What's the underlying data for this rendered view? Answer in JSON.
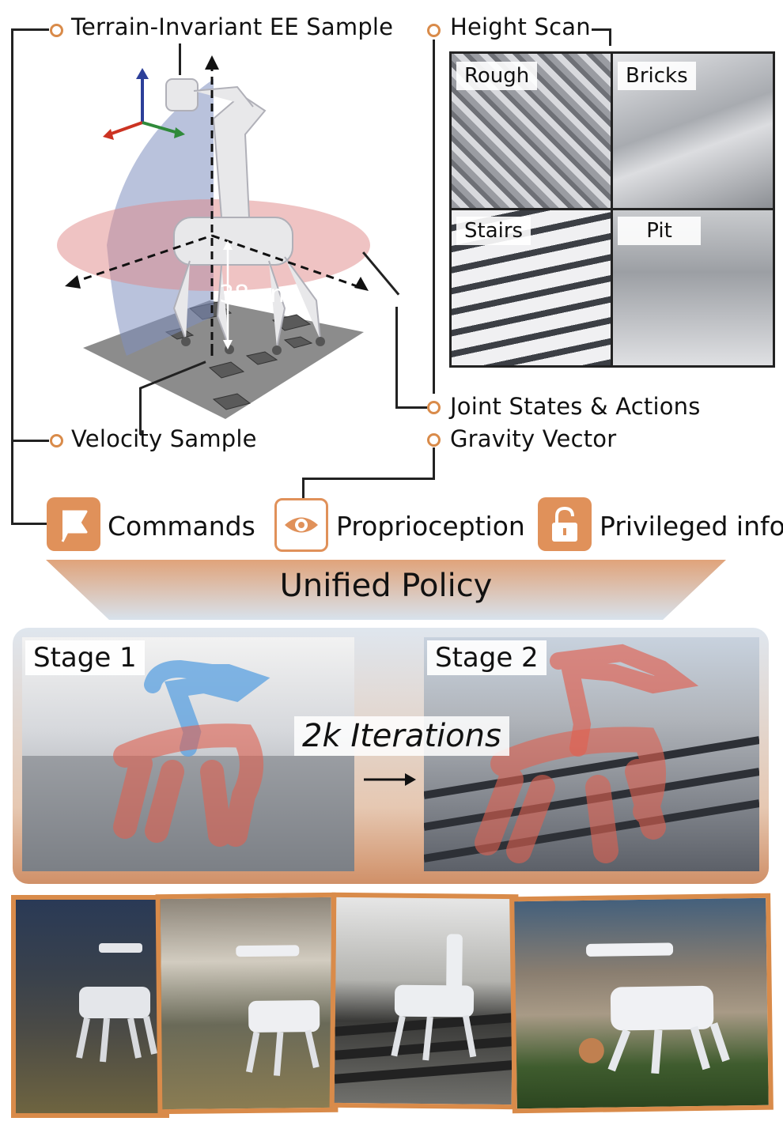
{
  "annotations": {
    "ee_sample": "Terrain-Invariant EE Sample",
    "height_scan": "Height Scan",
    "height_label": "38 cm",
    "joint_states": "Joint States & Actions",
    "gravity": "Gravity Vector",
    "velocity": "Velocity Sample"
  },
  "terrains": [
    "Rough",
    "Bricks",
    "Stairs",
    "Pit"
  ],
  "categories": {
    "commands": "Commands",
    "proprioception": "Proprioception",
    "privileged": "Privileged info"
  },
  "policy": "Unified Policy",
  "stages": {
    "stage1": "Stage 1",
    "stage2": "Stage 2",
    "iterations": "2k Iterations"
  },
  "icons": [
    "flag-icon",
    "eye-icon",
    "lock-icon",
    "arrow-right-icon"
  ],
  "colors": {
    "accent": "#e0915a",
    "blue_plane": "#8090c0",
    "red_plane": "#e08888",
    "highlight_blue": "#5aa0e0",
    "highlight_red": "#e06050"
  }
}
